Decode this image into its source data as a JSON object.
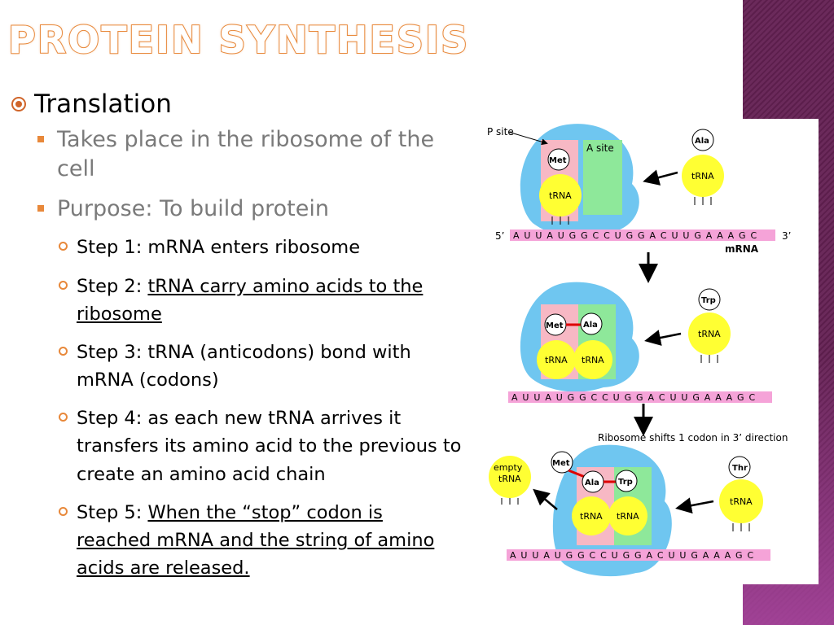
{
  "slide": {
    "title": "Protein Synthesis",
    "colors": {
      "title_stroke": "#e8883a",
      "bullet": "#e8883a",
      "sidebar": "#5c1e4c"
    }
  },
  "content": {
    "heading": "Translation",
    "points": [
      "Takes place in the ribosome of the cell",
      "Purpose: To build protein"
    ],
    "steps": [
      {
        "prefix": "Step 1: mRNA enters ribosome",
        "link": ""
      },
      {
        "prefix": "Step 2: ",
        "link": "tRNA carry amino acids to the ribosome"
      },
      {
        "prefix": "Step 3: tRNA (anticodons) bond with mRNA (codons)",
        "link": ""
      },
      {
        "prefix": "Step 4: as each new tRNA arrives it transfers its amino acid to the previous to create an amino acid chain",
        "link": ""
      },
      {
        "prefix": "Step 5: ",
        "link": "When the “stop” codon is reached mRNA and the string of amino acids are released."
      }
    ]
  },
  "diagram": {
    "p_site": "P site",
    "a_site": "A site",
    "five_prime": "5’",
    "three_prime": "3’",
    "mrna_label": "mRNA",
    "sequence": "A U U A U G G C C U G G A C U U G A A A G C",
    "trna": "tRNA",
    "empty_trna_1": "empty",
    "empty_trna_2": "tRNA",
    "met": "Met",
    "ala": "Ala",
    "trp": "Trp",
    "thr": "Thr",
    "shift_note": "Ribosome shifts 1 codon in 3’ direction"
  }
}
